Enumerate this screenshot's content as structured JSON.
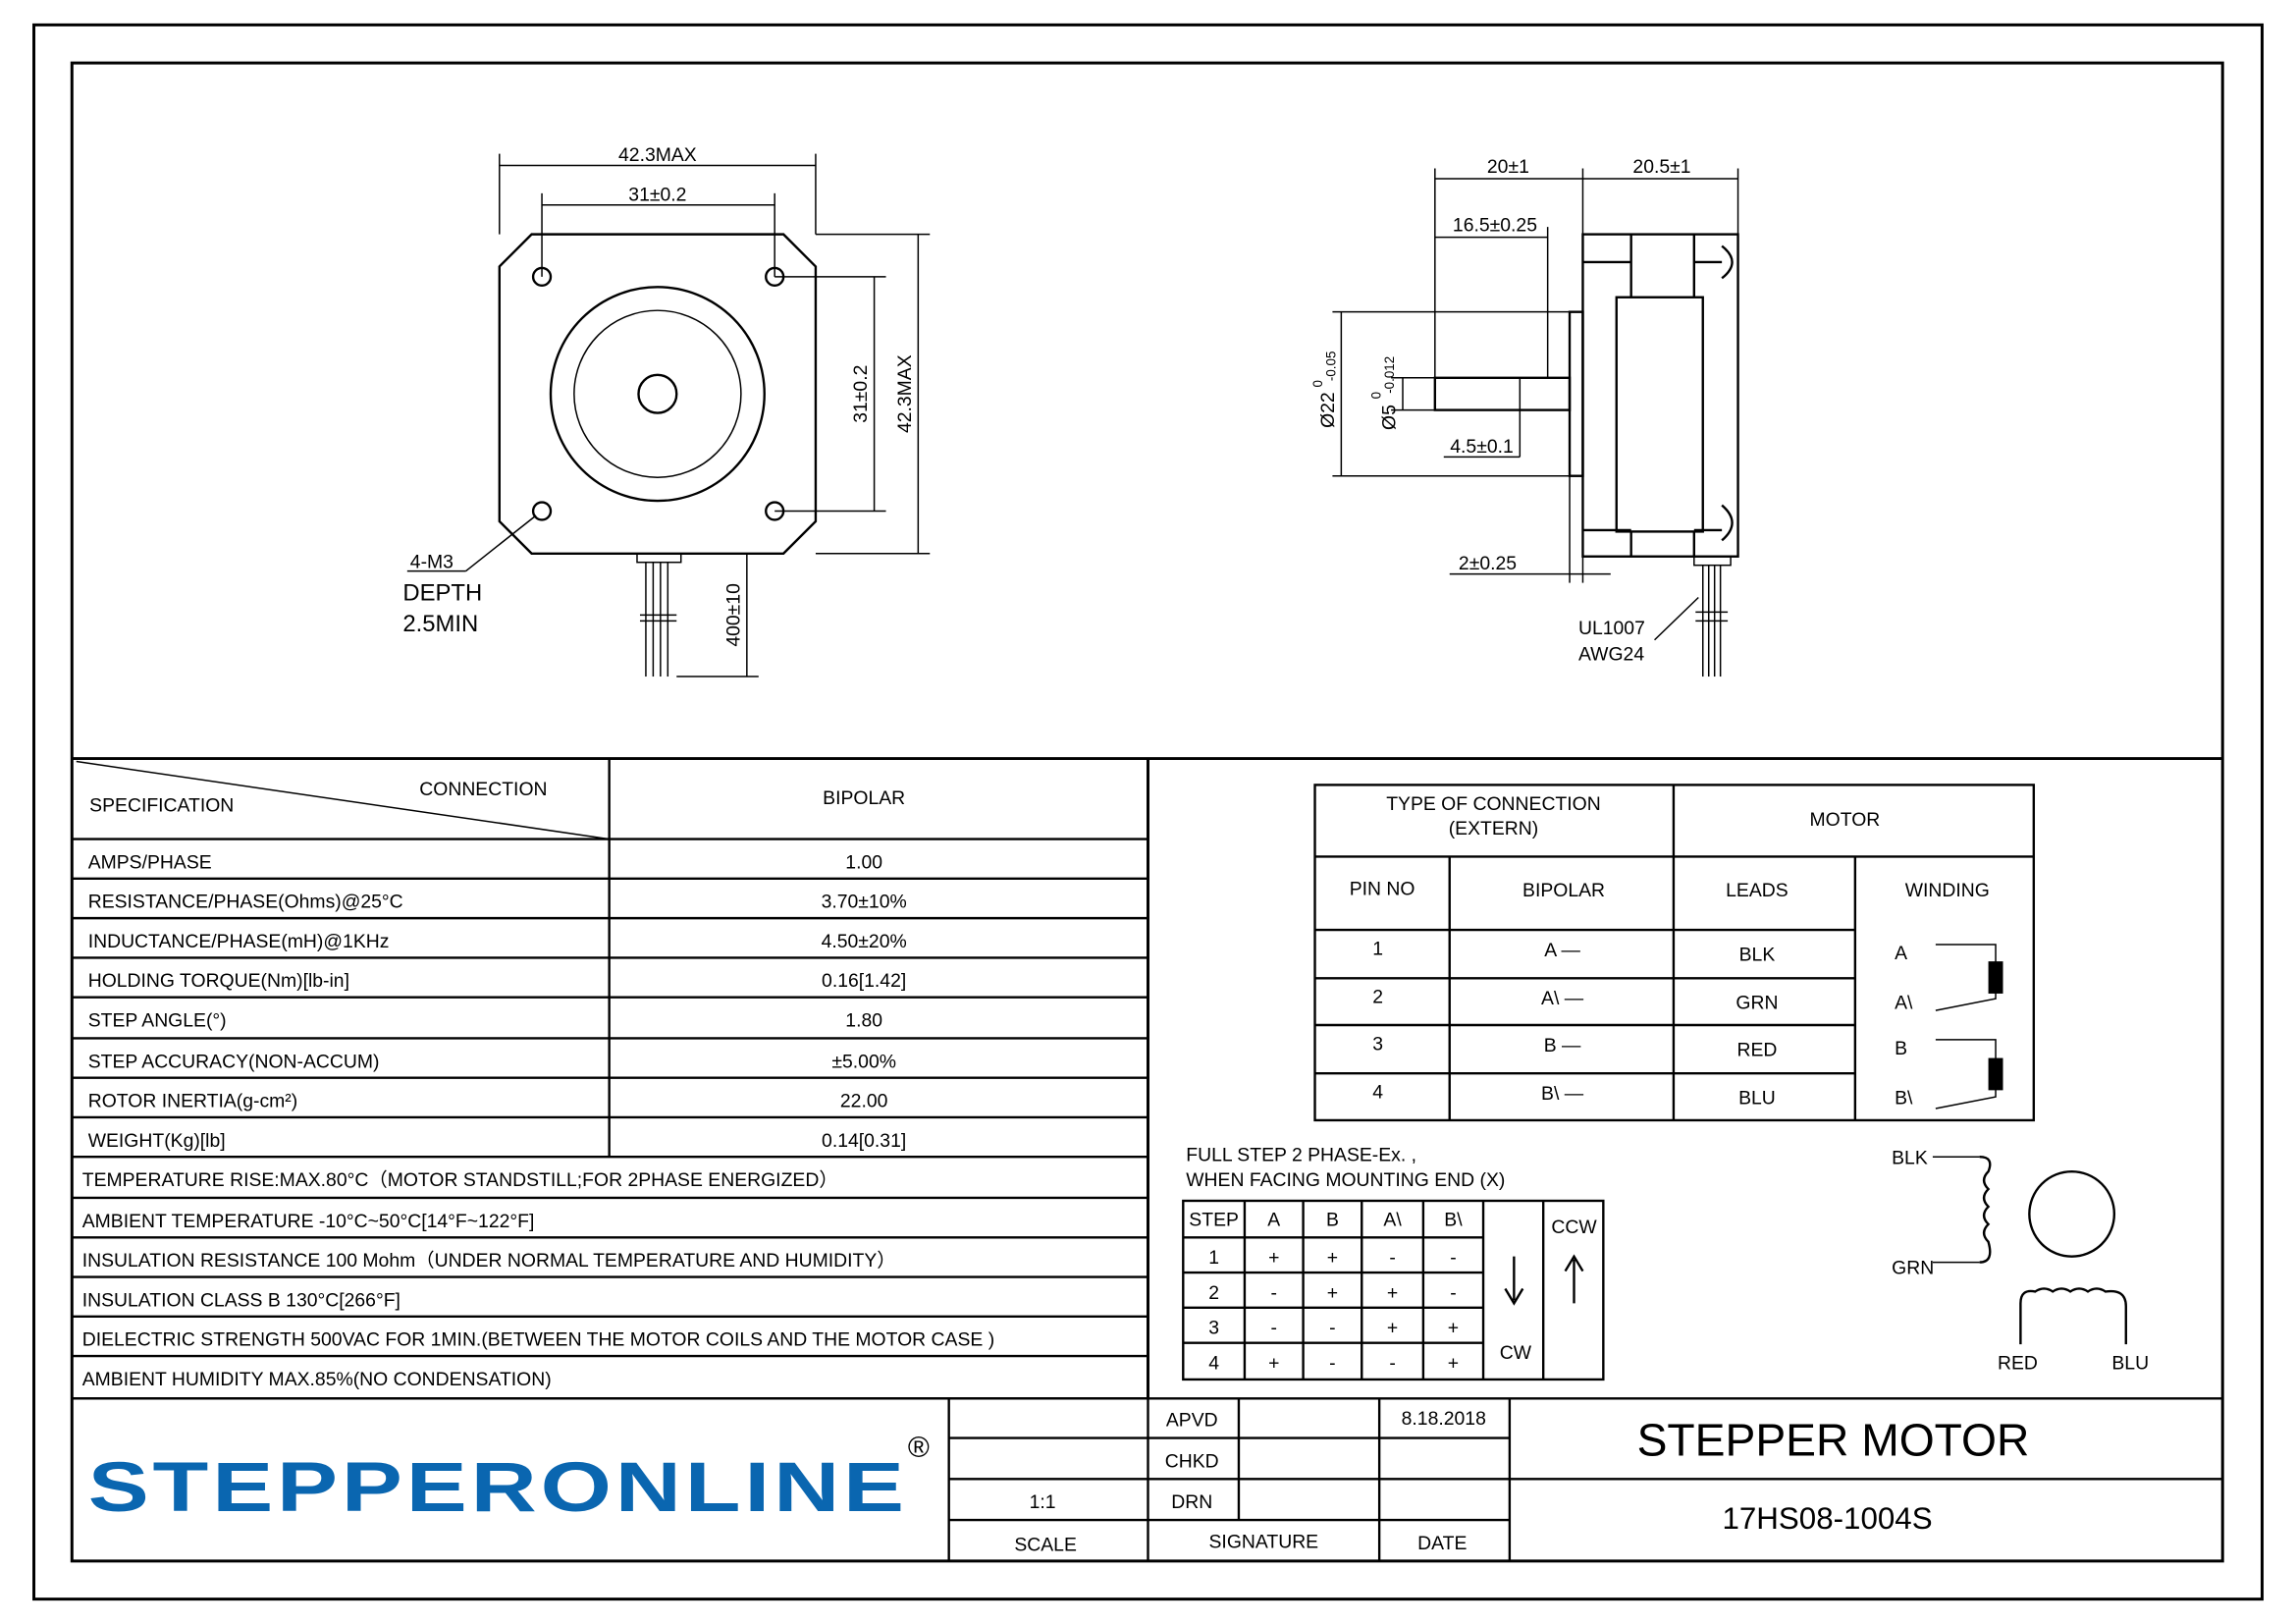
{
  "front_view": {
    "dim_width_max": "42.3MAX",
    "dim_hole_spacing": "31±0.2",
    "dim_hole_spacing_v": "31±0.2",
    "dim_height_max": "42.3MAX",
    "dim_lead_length": "400±10",
    "hole_note": [
      "4-M3",
      "DEPTH",
      "2.5MIN"
    ]
  },
  "side_view": {
    "dim_shaft_length": "20±1",
    "dim_body_length": "20.5±1",
    "dim_shaft_usable": "16.5±0.25",
    "dim_boss_dia": "Ø22",
    "dim_boss_tol_upper": "0",
    "dim_boss_tol_lower": "-0.05",
    "dim_shaft_dia": "Ø5",
    "dim_shaft_tol_upper": "0",
    "dim_shaft_tol_lower": "-0.012",
    "dim_flat": "4.5±0.1",
    "dim_boss_height": "2±0.25",
    "wire_note": [
      "UL1007",
      "AWG24"
    ]
  },
  "spec_table": {
    "header_connection": "CONNECTION",
    "header_specification": "SPECIFICATION",
    "header_bipolar": "BIPOLAR",
    "rows": [
      {
        "label": "AMPS/PHASE",
        "value": "1.00"
      },
      {
        "label": "RESISTANCE/PHASE(Ohms)@25°C",
        "value": "3.70±10%"
      },
      {
        "label": "INDUCTANCE/PHASE(mH)@1KHz",
        "value": "4.50±20%"
      },
      {
        "label": "HOLDING TORQUE(Nm)[lb-in]",
        "value": "0.16[1.42]"
      },
      {
        "label": "STEP ANGLE(°)",
        "value": "1.80"
      },
      {
        "label": "STEP ACCURACY(NON-ACCUM)",
        "value": "±5.00%"
      },
      {
        "label": "ROTOR INERTIA(g-cm²)",
        "value": "22.00"
      },
      {
        "label": "WEIGHT(Kg)[lb]",
        "value": "0.14[0.31]"
      }
    ],
    "notes": [
      "TEMPERATURE RISE:MAX.80°C（MOTOR STANDSTILL;FOR 2PHASE ENERGIZED）",
      "AMBIENT TEMPERATURE -10°C~50°C[14°F~122°F]",
      "INSULATION RESISTANCE 100 Mohm（UNDER NORMAL TEMPERATURE AND HUMIDITY）",
      "INSULATION CLASS B 130°C[266°F]",
      "DIELECTRIC STRENGTH 500VAC FOR 1MIN.(BETWEEN THE MOTOR COILS AND THE MOTOR CASE )",
      "AMBIENT HUMIDITY MAX.85%(NO CONDENSATION)"
    ]
  },
  "connection_table": {
    "header_type": [
      "TYPE OF CONNECTION",
      "(EXTERN)"
    ],
    "header_motor": "MOTOR",
    "col_pin": "PIN NO",
    "col_bipolar": "BIPOLAR",
    "col_leads": "LEADS",
    "col_winding": "WINDING",
    "rows": [
      {
        "pin": "1",
        "bipolar": "A —",
        "lead": "BLK",
        "winding": "A"
      },
      {
        "pin": "2",
        "bipolar": "A\\ —",
        "lead": "GRN",
        "winding": "A\\"
      },
      {
        "pin": "3",
        "bipolar": "B —",
        "lead": "RED",
        "winding": "B"
      },
      {
        "pin": "4",
        "bipolar": "B\\ —",
        "lead": "BLU",
        "winding": "B\\"
      }
    ]
  },
  "step_table": {
    "caption": [
      "FULL STEP  2 PHASE-Ex. ,",
      "WHEN FACING MOUNTING END (X)"
    ],
    "headers": [
      "STEP",
      "A",
      "B",
      "A\\",
      "B\\"
    ],
    "rows": [
      [
        "1",
        "+",
        "+",
        "-",
        "-"
      ],
      [
        "2",
        "-",
        "+",
        "+",
        "-"
      ],
      [
        "3",
        "-",
        "-",
        "+",
        "+"
      ],
      [
        "4",
        "+",
        "-",
        "-",
        "+"
      ]
    ],
    "cw": "CW",
    "ccw": "CCW"
  },
  "motor_schematic": {
    "lead_top": "BLK",
    "lead_bottom": "GRN",
    "lead_left": "RED",
    "lead_right": "BLU"
  },
  "title_block": {
    "logo_text": "STEPPERONLINE",
    "logo_registered": "®",
    "logo_color": "#0A66B0",
    "apvd": "APVD",
    "chkd": "CHKD",
    "drn": "DRN",
    "date_value": "8.18.2018",
    "scale_value": "1:1",
    "scale_label": "SCALE",
    "signature_label": "SIGNATURE",
    "date_label": "DATE",
    "title": "STEPPER MOTOR",
    "model": "17HS08-1004S"
  }
}
